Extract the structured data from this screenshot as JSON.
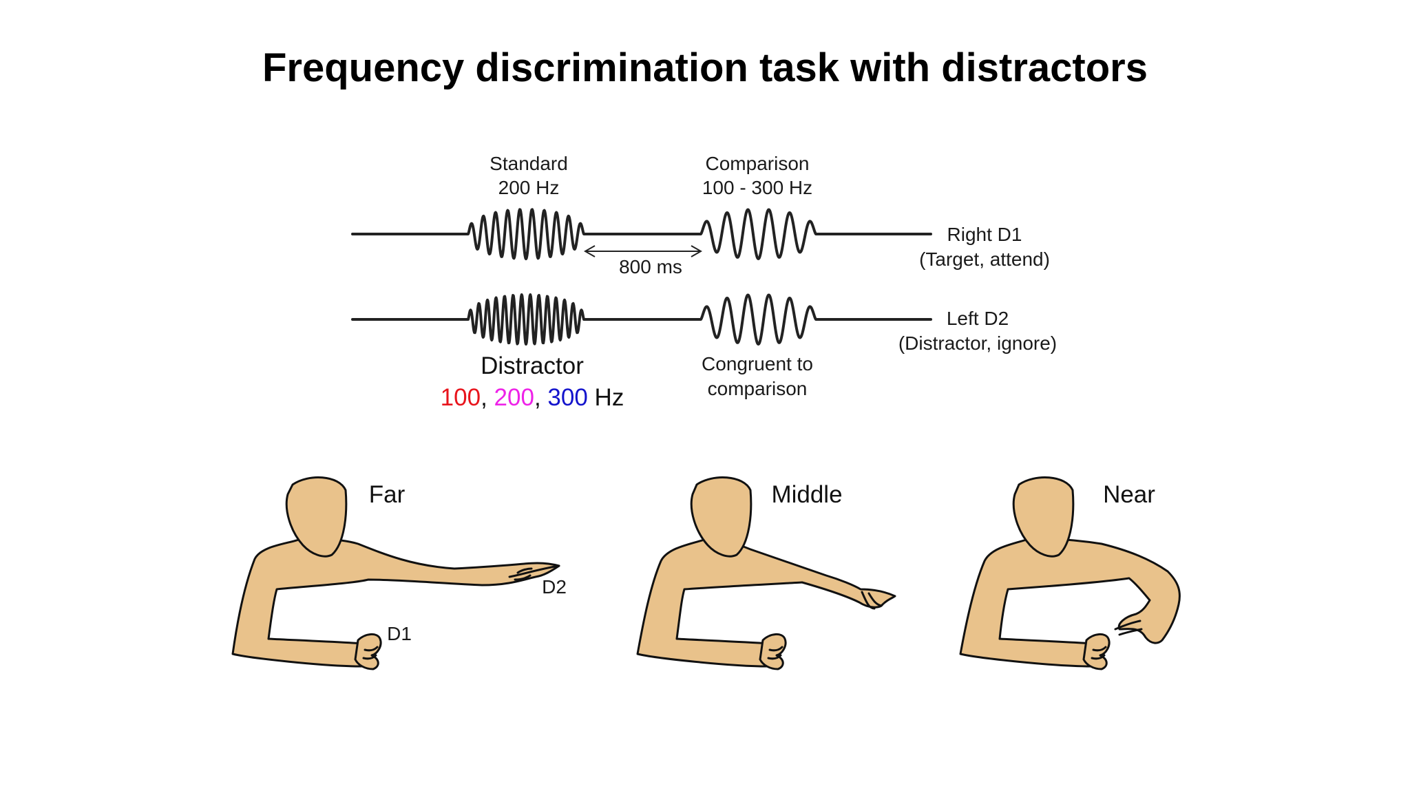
{
  "title": "Frequency discrimination task with distractors",
  "stimuli": {
    "standard": {
      "label": "Standard",
      "freq": "200 Hz"
    },
    "comparison": {
      "label": "Comparison",
      "freq": "100 - 300 Hz"
    },
    "interval": "800 ms",
    "right_channel": {
      "name": "Right D1",
      "role": "(Target, attend)"
    },
    "left_channel": {
      "name": "Left D2",
      "role": "(Distractor, ignore)"
    },
    "distractor": {
      "label": "Distractor",
      "freqs": [
        {
          "text": "100",
          "color": "#e8141c"
        },
        {
          "text": "200",
          "color": "#ee22e8"
        },
        {
          "text": "300",
          "color": "#1414cc"
        }
      ],
      "sep": ",",
      "unit": "Hz"
    },
    "congruent": {
      "line1": "Congruent to",
      "line2": "comparison"
    }
  },
  "postures": [
    {
      "label": "Far",
      "d1": "D1",
      "d2": "D2"
    },
    {
      "label": "Middle"
    },
    {
      "label": "Near"
    }
  ],
  "colors": {
    "skin": "#e9c28b",
    "outline": "#111111",
    "wire": "#222222"
  }
}
